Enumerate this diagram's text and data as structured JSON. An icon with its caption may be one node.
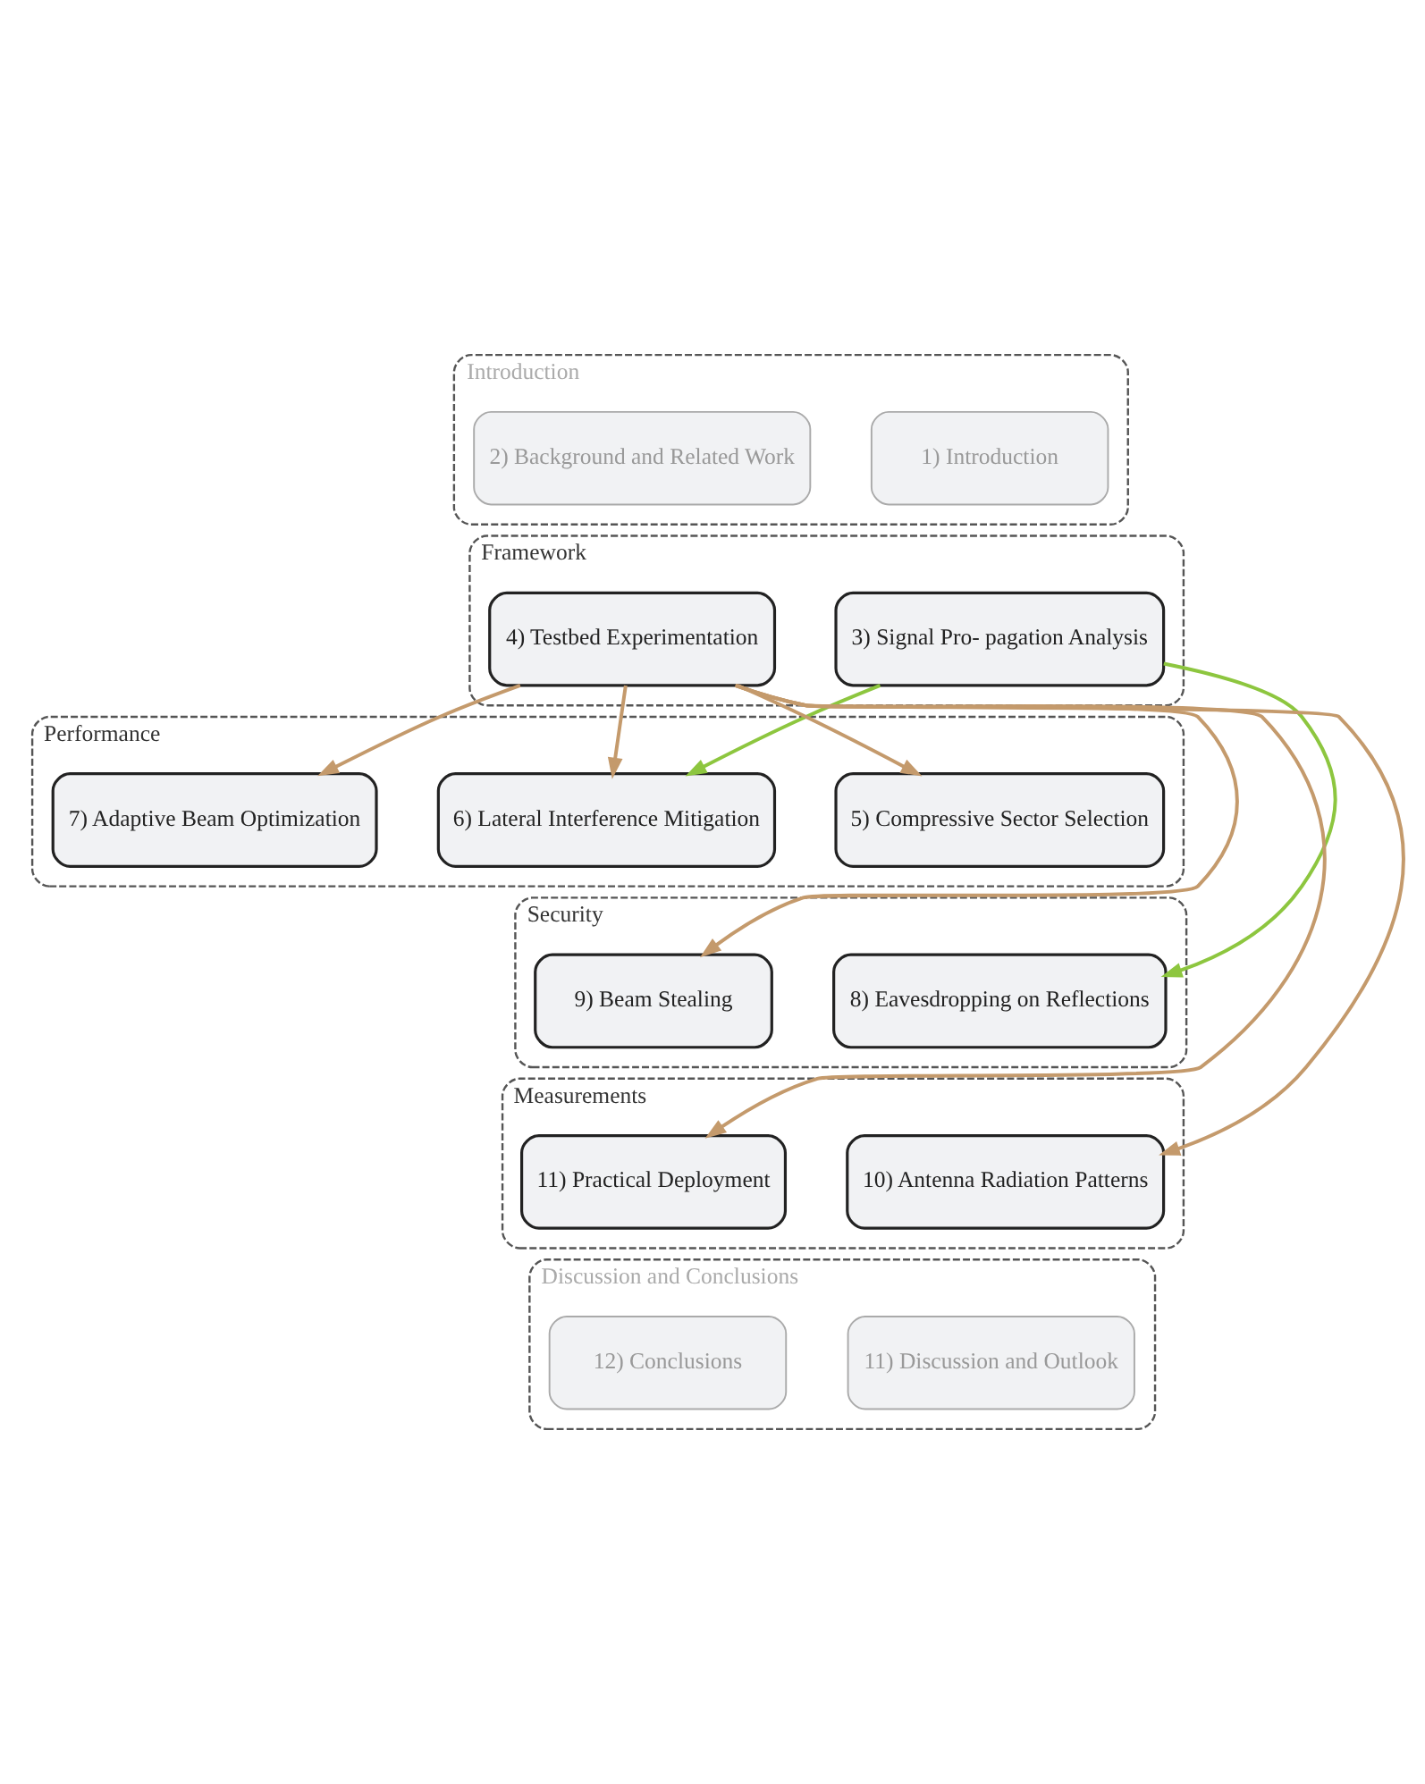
{
  "diagram": {
    "nodes": [
      {
        "text": [
          "Introduction"
        ]
      },
      {
        "text": [
          "1) Introduction"
        ],
        "in": 0
      },
      {
        "text": [
          "2) Background and Related Work"
        ],
        "in": 0
      },
      {
        "text": [
          "Framework"
        ]
      },
      {
        "text": [
          "3) Signal Pro- pagation Analysis"
        ],
        "in": 3
      },
      {
        "text": [
          "4) Testbed Experimentation"
        ],
        "in": 3
      },
      {
        "text": [
          "Performance"
        ]
      },
      {
        "text": [
          "5) Compressive Sector Selection"
        ],
        "in": 6
      },
      {
        "text": [
          "6) Lateral Interference Mitigation"
        ],
        "in": 6
      },
      {
        "text": [
          "7) Adaptive Beam Optimization"
        ],
        "in": 6
      },
      {
        "text": [
          "Security"
        ]
      },
      {
        "text": [
          "8) Eavesdropping on Reflections"
        ],
        "in": 10
      },
      {
        "text": [
          "9) Beam Stealing"
        ],
        "in": 10
      },
      {
        "text": [
          "Measurements"
        ]
      },
      {
        "text": [
          "10) Antenna Radiation Patterns"
        ],
        "in": 13
      },
      {
        "text": [
          "11) Practical Deployment"
        ],
        "in": 13
      },
      {
        "text": [
          "Discussion and Conclusions"
        ]
      },
      {
        "text": [
          "11) Discussion and Outlook"
        ],
        "in": 16
      },
      {
        "text": [
          "12) Conclusions"
        ],
        "in": 16
      }
    ],
    "edges": [
      {
        "from": 4,
        "to": 8,
        "arrow": "to",
        "color": "#8dc63f"
      },
      {
        "from": 4,
        "to": 11,
        "arrow": "to",
        "color": "#8dc63f"
      },
      {
        "from": 5,
        "to": 7,
        "arrow": "to"
      },
      {
        "from": 5,
        "to": 8,
        "arrow": "to"
      },
      {
        "from": 5,
        "to": 9,
        "arrow": "to"
      },
      {
        "from": 5,
        "to": 12,
        "arrow": "to"
      },
      {
        "from": 5,
        "to": 14,
        "arrow": "to"
      },
      {
        "from": 5,
        "to": 15,
        "arrow": "to"
      }
    ]
  }
}
